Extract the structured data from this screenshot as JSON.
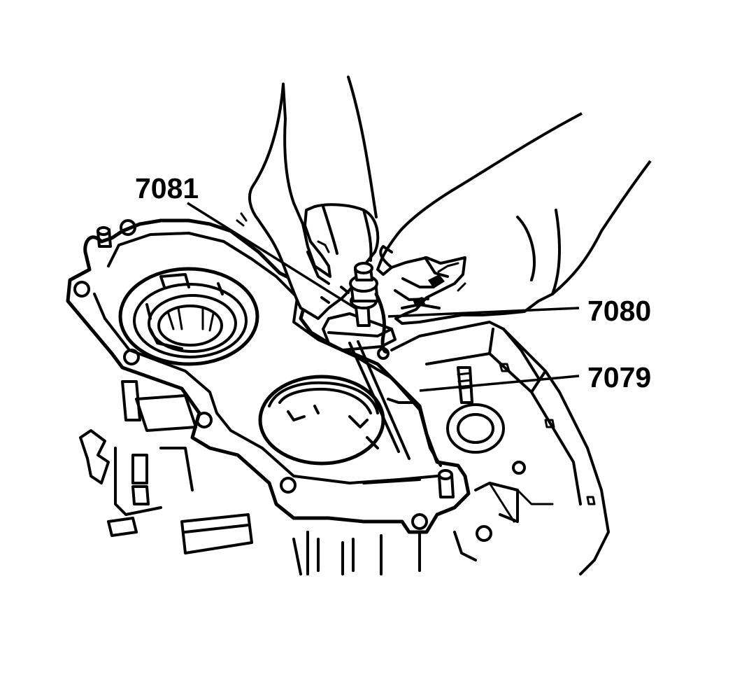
{
  "callouts": {
    "part_7081": "7081",
    "part_7080": "7080",
    "part_7079": "7079"
  },
  "colors": {
    "ink": "#000000",
    "paper": "#ffffff"
  }
}
